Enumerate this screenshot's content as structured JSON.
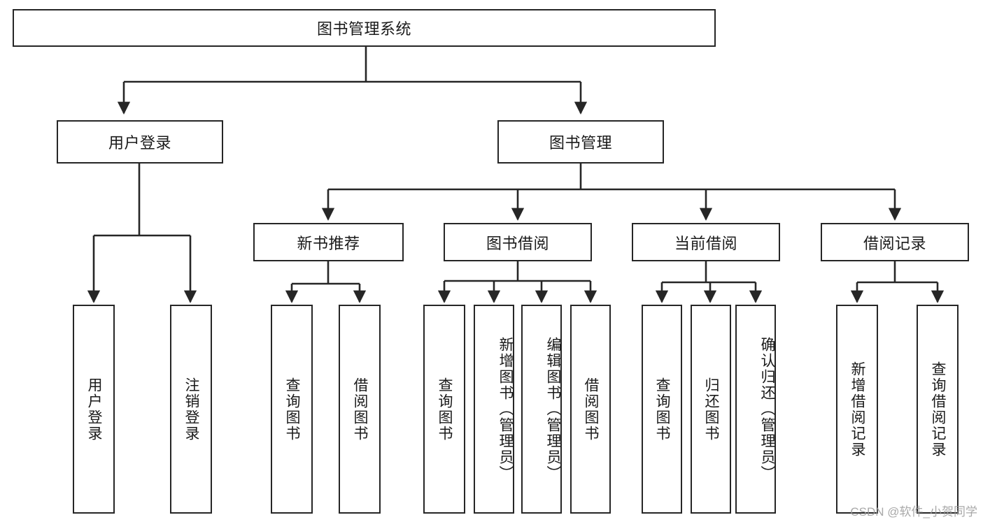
{
  "diagram": {
    "title": "图书管理系统",
    "type": "tree-hierarchy-diagram",
    "colors": {
      "box_border": "#262626",
      "box_fill": "#ffffff",
      "connector": "#262626",
      "text": "#1a1a1a",
      "watermark": "#9a9a9a"
    },
    "root": {
      "label": "图书管理系统"
    },
    "level2": [
      {
        "label": "用户登录"
      },
      {
        "label": "图书管理"
      }
    ],
    "level3": [
      {
        "label": "新书推荐"
      },
      {
        "label": "图书借阅"
      },
      {
        "label": "当前借阅"
      },
      {
        "label": "借阅记录"
      }
    ],
    "leaves": {
      "user_login": [
        {
          "label": "用户登录"
        },
        {
          "label": "注销登录"
        }
      ],
      "new_book_recommend": [
        {
          "label": "查询图书"
        },
        {
          "label": "借阅图书"
        }
      ],
      "book_borrow": [
        {
          "label": "查询图书"
        },
        {
          "label": "新增图书（管理员）"
        },
        {
          "label": "编辑图书（管理员）"
        },
        {
          "label": "借阅图书"
        }
      ],
      "current_borrow": [
        {
          "label": "查询图书"
        },
        {
          "label": "归还图书"
        },
        {
          "label": "确认归还（管理员）"
        }
      ],
      "borrow_record": [
        {
          "label": "新增借阅记录"
        },
        {
          "label": "查询借阅记录"
        }
      ]
    }
  },
  "watermark": {
    "text": "CSDN @软件_小贺同学"
  }
}
